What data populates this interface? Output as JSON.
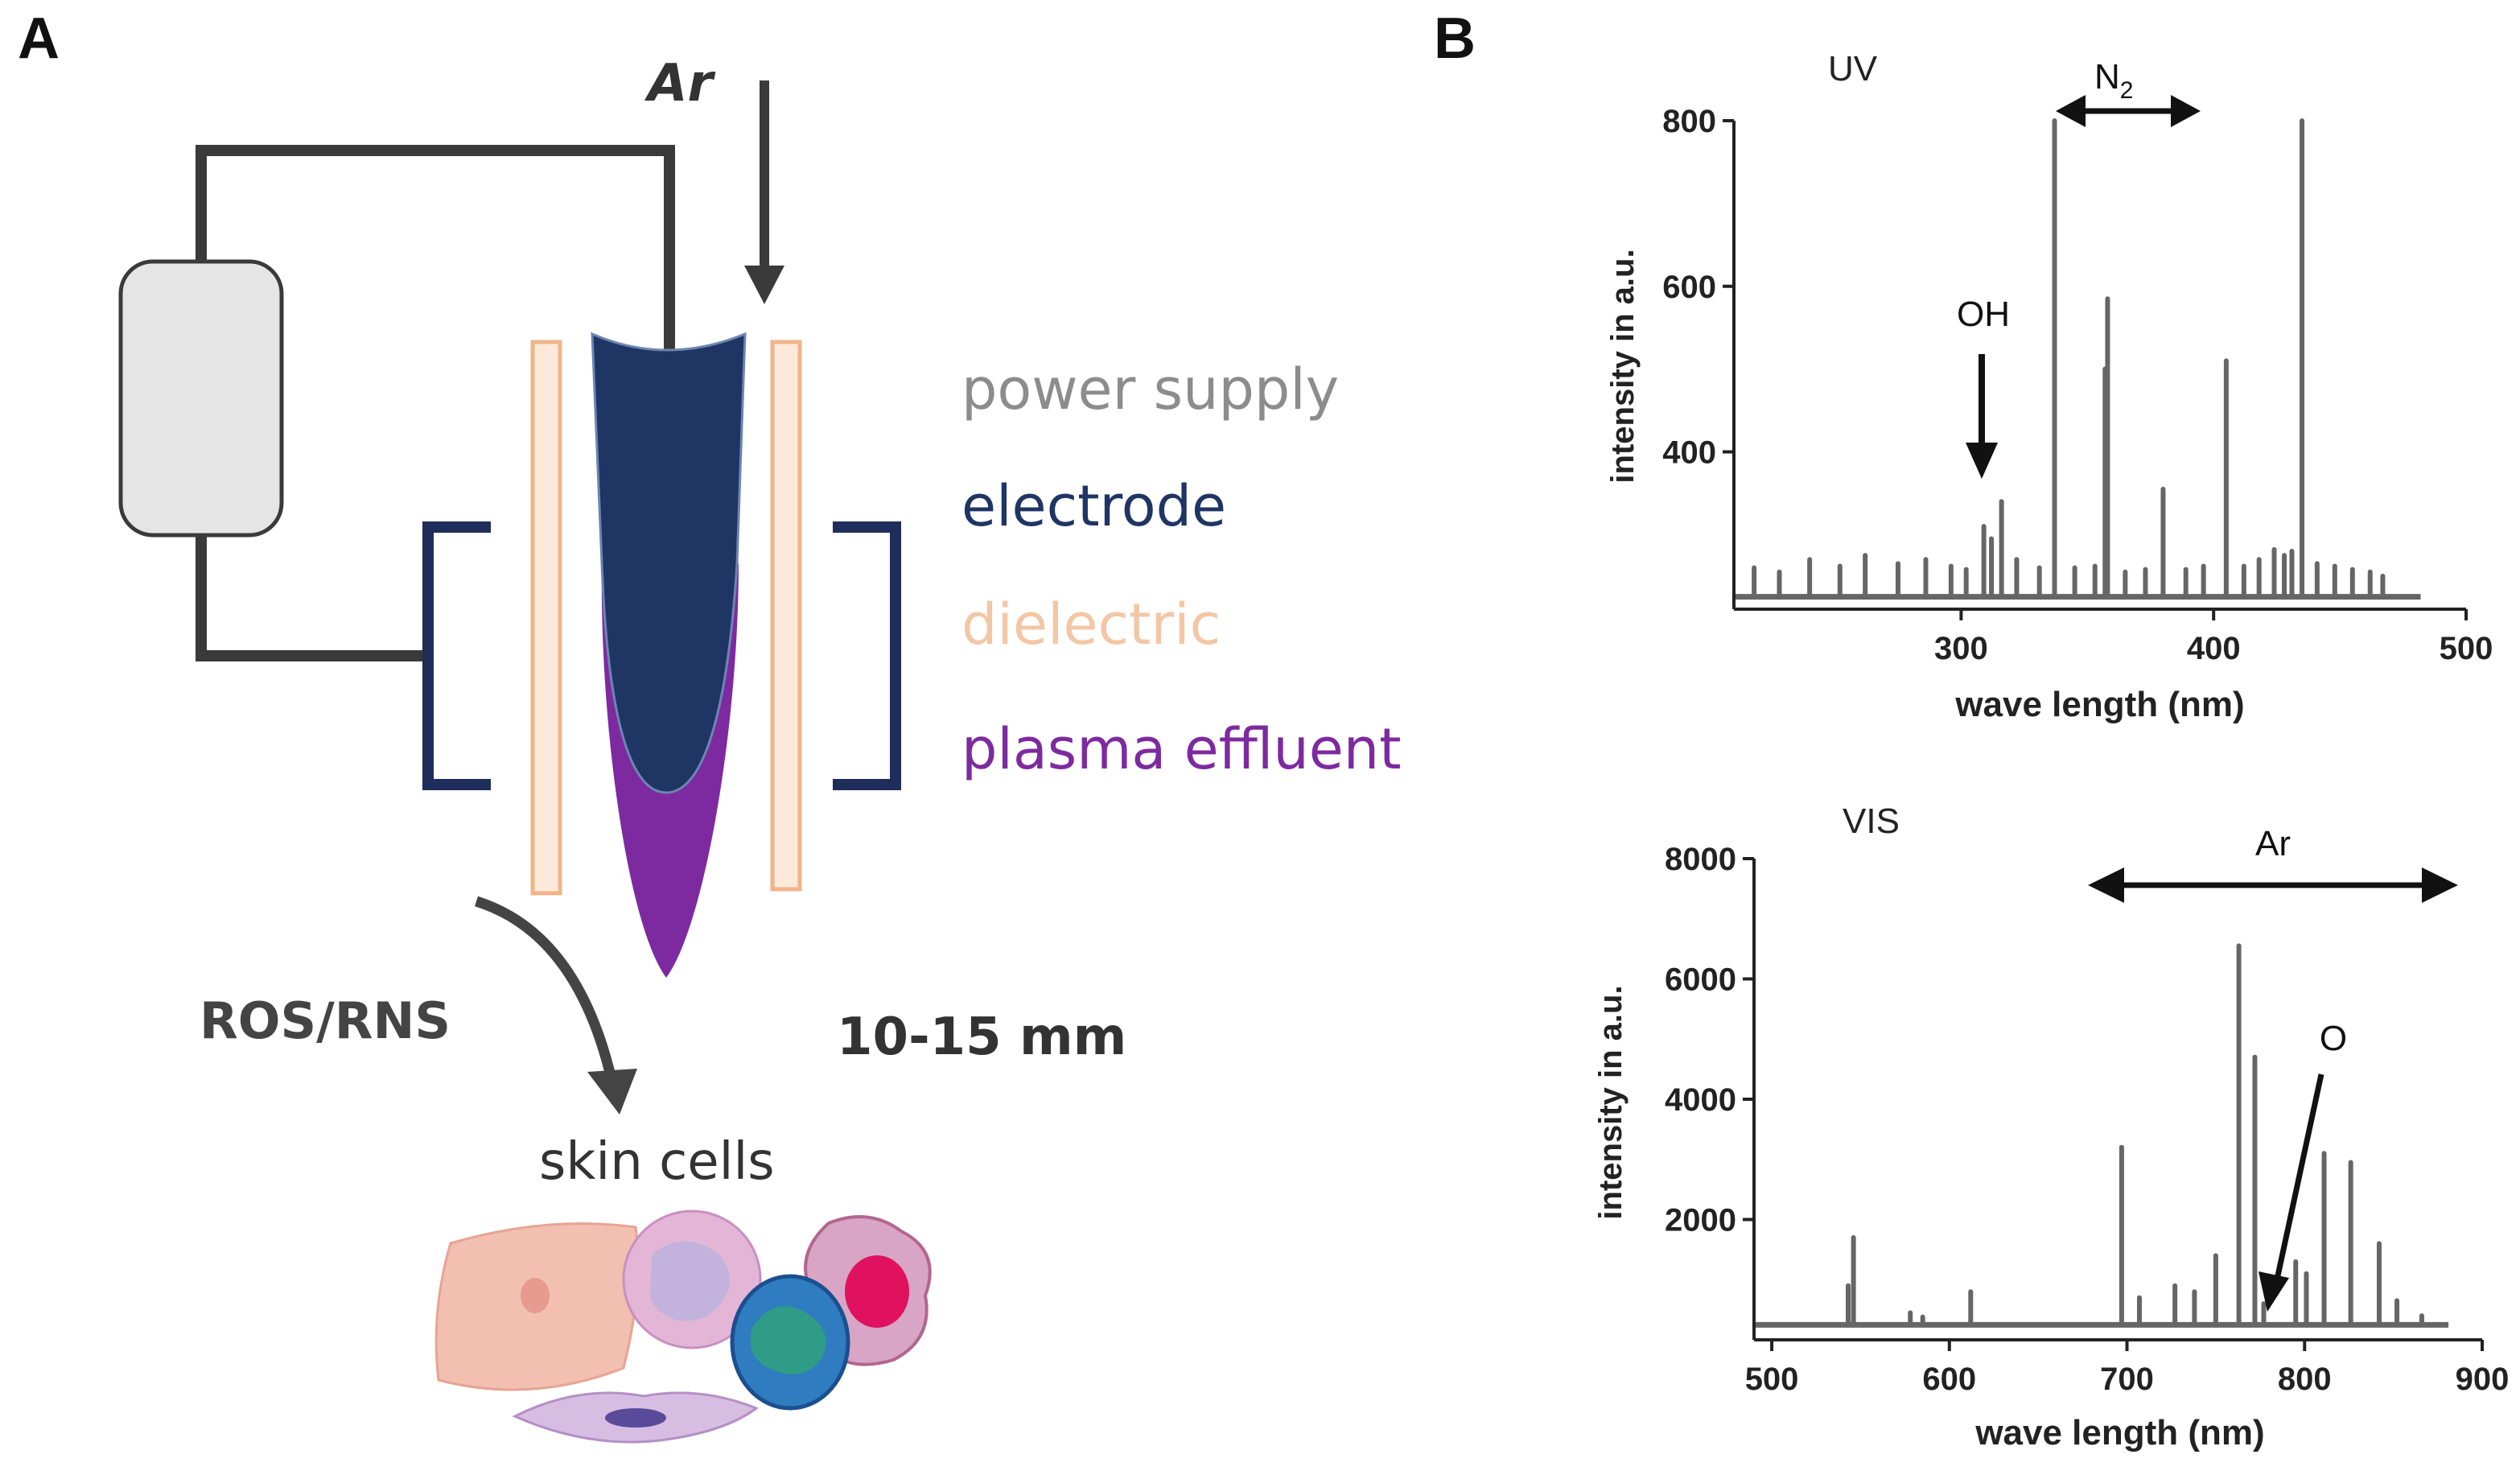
{
  "panel_a": {
    "label": "A",
    "gas_label": "Ar",
    "legend": [
      {
        "text": "power supply",
        "color": "#8c8c8c"
      },
      {
        "text": "electrode",
        "color": "#1f3564"
      },
      {
        "text": "dielectric",
        "color": "#f3c7a5"
      },
      {
        "text": "plasma effluent",
        "color": "#7d2aa0"
      }
    ],
    "species_label": "ROS/RNS",
    "distance_label": "10-15 mm",
    "target_label": "skin cells",
    "colors": {
      "wire": "#3a3a3a",
      "power_supply_fill": "#e5e5e5",
      "electrode": "#1f3564",
      "dielectric_fill": "#fde9da",
      "dielectric_stroke": "#f0b48a",
      "plasma": "#7d2aa0",
      "bracket": "#1f2d5a"
    }
  },
  "panel_b": {
    "label": "B",
    "uv_band_label": "UV",
    "uv_annotations": [
      {
        "text": "OH"
      },
      {
        "text": "N",
        "subscript": "2"
      }
    ],
    "vis_band_label": "VIS",
    "vis_annotations": [
      {
        "text": "Ar"
      },
      {
        "text": "O"
      }
    ]
  },
  "chart_data": [
    {
      "type": "line",
      "title": "UV",
      "xlabel": "wave length (nm)",
      "ylabel": "intensity in a.u.",
      "xlim": [
        210,
        500
      ],
      "ylim": [
        210,
        800
      ],
      "xticks": [
        300,
        400,
        500
      ],
      "yticks": [
        400,
        600,
        800
      ],
      "grid": false,
      "baseline": 225,
      "peaks": [
        {
          "x": 218,
          "y": 260
        },
        {
          "x": 228,
          "y": 255
        },
        {
          "x": 240,
          "y": 270
        },
        {
          "x": 252,
          "y": 262
        },
        {
          "x": 262,
          "y": 275
        },
        {
          "x": 275,
          "y": 265
        },
        {
          "x": 286,
          "y": 270
        },
        {
          "x": 296,
          "y": 262
        },
        {
          "x": 302,
          "y": 258
        },
        {
          "x": 309,
          "y": 310
        },
        {
          "x": 312,
          "y": 295
        },
        {
          "x": 316,
          "y": 340
        },
        {
          "x": 322,
          "y": 270
        },
        {
          "x": 331,
          "y": 260
        },
        {
          "x": 337,
          "y": 800
        },
        {
          "x": 345,
          "y": 260
        },
        {
          "x": 353,
          "y": 262
        },
        {
          "x": 357,
          "y": 500
        },
        {
          "x": 358,
          "y": 585
        },
        {
          "x": 365,
          "y": 255
        },
        {
          "x": 373,
          "y": 258
        },
        {
          "x": 380,
          "y": 355
        },
        {
          "x": 389,
          "y": 258
        },
        {
          "x": 396,
          "y": 262
        },
        {
          "x": 405,
          "y": 510
        },
        {
          "x": 412,
          "y": 262
        },
        {
          "x": 418,
          "y": 270
        },
        {
          "x": 424,
          "y": 282
        },
        {
          "x": 428,
          "y": 275
        },
        {
          "x": 431,
          "y": 280
        },
        {
          "x": 435,
          "y": 800
        },
        {
          "x": 441,
          "y": 265
        },
        {
          "x": 448,
          "y": 262
        },
        {
          "x": 455,
          "y": 258
        },
        {
          "x": 462,
          "y": 255
        },
        {
          "x": 467,
          "y": 250
        }
      ]
    },
    {
      "type": "line",
      "title": "VIS",
      "xlabel": "wave length (nm)",
      "ylabel": "intensity in a.u.",
      "xlim": [
        490,
        900
      ],
      "ylim": [
        0,
        8000
      ],
      "xticks": [
        500,
        600,
        700,
        800,
        900
      ],
      "yticks": [
        2000,
        4000,
        6000,
        8000
      ],
      "grid": false,
      "baseline": 250,
      "peaks": [
        {
          "x": 546,
          "y": 1700
        },
        {
          "x": 543,
          "y": 900
        },
        {
          "x": 578,
          "y": 450
        },
        {
          "x": 585,
          "y": 380
        },
        {
          "x": 612,
          "y": 800
        },
        {
          "x": 697,
          "y": 3200
        },
        {
          "x": 707,
          "y": 700
        },
        {
          "x": 727,
          "y": 900
        },
        {
          "x": 738,
          "y": 800
        },
        {
          "x": 750,
          "y": 1400
        },
        {
          "x": 763,
          "y": 6550
        },
        {
          "x": 772,
          "y": 4700
        },
        {
          "x": 777,
          "y": 600
        },
        {
          "x": 795,
          "y": 1300
        },
        {
          "x": 801,
          "y": 1100
        },
        {
          "x": 811,
          "y": 3100
        },
        {
          "x": 826,
          "y": 2950
        },
        {
          "x": 842,
          "y": 1600
        },
        {
          "x": 852,
          "y": 650
        },
        {
          "x": 866,
          "y": 400
        }
      ]
    }
  ]
}
